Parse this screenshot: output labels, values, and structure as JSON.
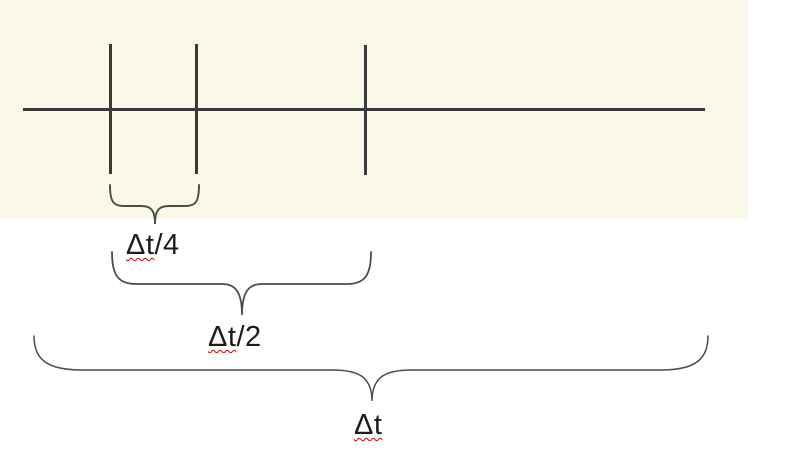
{
  "colors": {
    "canvas-bg": "#ffffff",
    "panel-bg": "#faf8e8",
    "axis-stroke": "#3a3a36",
    "brace-stroke": "#4c4c46",
    "label-color": "#1c1c1c",
    "squiggle-color": "#c00000"
  },
  "diagram": {
    "type": "timeline-interval-diagram",
    "tick_count": 3,
    "braces": [
      {
        "name": "quarter-interval",
        "label_base": "Δt",
        "label_suffix": "/4",
        "misspelled_underline": true
      },
      {
        "name": "half-interval",
        "label_base": "Δt",
        "label_suffix": "/2",
        "misspelled_underline": true
      },
      {
        "name": "full-interval",
        "label_base": "Δt",
        "label_suffix": "",
        "misspelled_underline": true
      }
    ]
  }
}
